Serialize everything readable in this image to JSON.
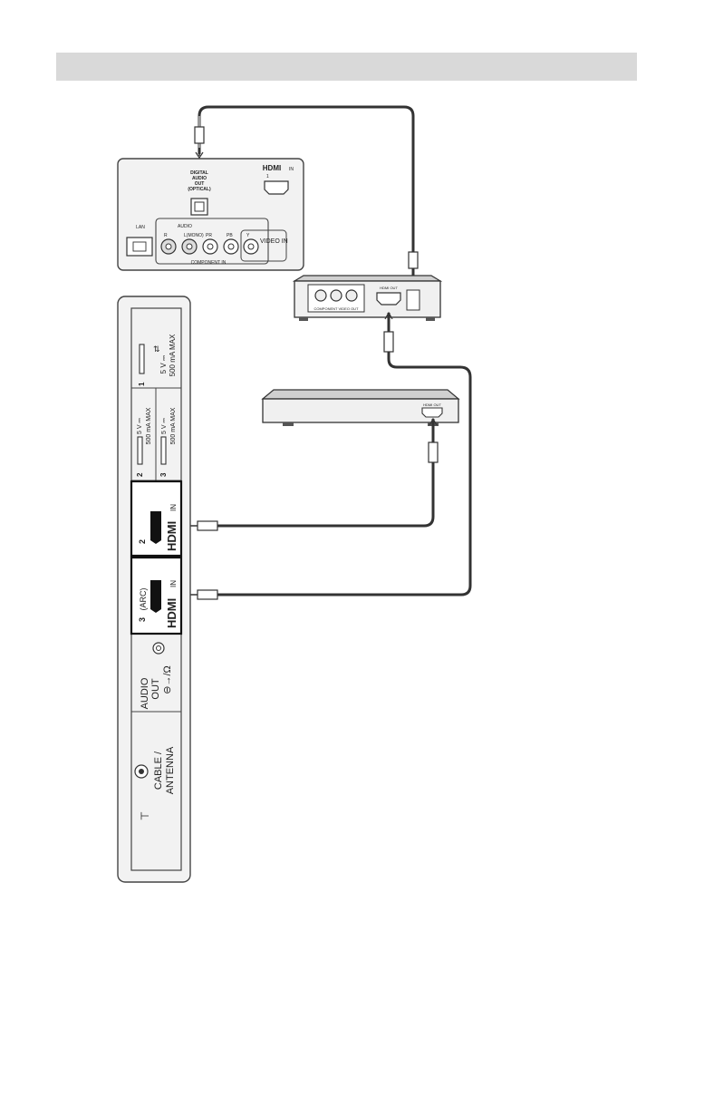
{
  "header": {
    "title": ""
  },
  "top_panel": {
    "digital_audio_out": [
      "DIGITAL",
      "AUDIO",
      "OUT",
      "(OPTICAL)"
    ],
    "hdmi_logo": "HDMI",
    "hdmi_in": "IN",
    "hdmi_port_number": "1",
    "lan": "LAN",
    "audio": "AUDIO",
    "r": "R",
    "l_mono": "L(MONO)",
    "pr": "PR",
    "pb": "PB",
    "y": "Y",
    "video_in": "VIDEO IN",
    "component_in": "COMPONENT IN"
  },
  "side_panel": {
    "usb1_number": "1",
    "usb1_rating": [
      "5 V ⎓",
      "500 mA MAX"
    ],
    "usb2_number": "2",
    "usb2_rating": [
      "5 V ⎓",
      "500 mA MAX"
    ],
    "usb3_number": "3",
    "usb3_rating": [
      "5 V ⎓",
      "500 mA MAX"
    ],
    "hdmi2_number": "2",
    "hdmi3_number": "3",
    "hdmi3_arc": "(ARC)",
    "hdmi_logo": "HDMI",
    "hdmi_in": "IN",
    "audio_out": [
      "AUDIO",
      "OUT"
    ],
    "cable_antenna": [
      "CABLE /",
      "ANTENNA"
    ]
  },
  "device_box": {
    "component_video_out": "COMPONENT VIDEO OUT",
    "hdmi_out": "HDMI OUT"
  },
  "player": {
    "hdmi_out": "HDMI OUT"
  }
}
